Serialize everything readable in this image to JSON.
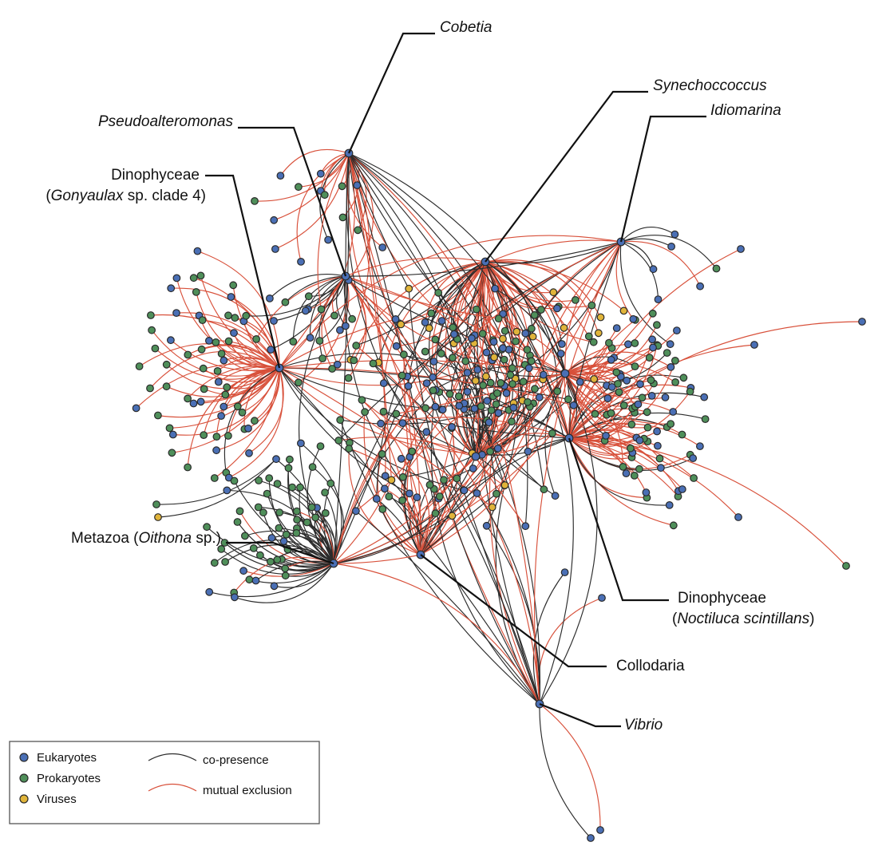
{
  "colors": {
    "eukaryote": "#4a6fb5",
    "prokaryote": "#4f8f5a",
    "virus": "#e0b43a",
    "co_presence": "#2b2b2b",
    "mutual_exclusion": "#d8503a"
  },
  "labels": [
    {
      "key": "cobetia",
      "text": "Cobetia",
      "italic": true
    },
    {
      "key": "synechococcus",
      "text": "Synechoccoccus",
      "italic": true
    },
    {
      "key": "idiomarina",
      "text": "Idiomarina",
      "italic": true
    },
    {
      "key": "pseudoalteromonas",
      "text": "Pseudoalteromonas",
      "italic": true
    },
    {
      "key": "gonyaulax_line1",
      "text": "Dinophyceae",
      "italic": false
    },
    {
      "key": "gonyaulax_line2_open",
      "text": "(",
      "italic": false
    },
    {
      "key": "gonyaulax_line2_genus",
      "text": "Gonyaulax",
      "italic": true
    },
    {
      "key": "gonyaulax_line2_rest",
      "text": " sp. clade 4)",
      "italic": false
    },
    {
      "key": "oithona_pre",
      "text": "Metazoa (",
      "italic": false
    },
    {
      "key": "oithona_genus",
      "text": "Oithona",
      "italic": true
    },
    {
      "key": "oithona_rest",
      "text": " sp.)",
      "italic": false
    },
    {
      "key": "noctiluca_line1",
      "text": "Dinophyceae",
      "italic": false
    },
    {
      "key": "noctiluca_open",
      "text": "(",
      "italic": false
    },
    {
      "key": "noctiluca_species",
      "text": "Noctiluca scintillans",
      "italic": true
    },
    {
      "key": "noctiluca_close",
      "text": ")",
      "italic": false
    },
    {
      "key": "collodaria",
      "text": "Collodaria",
      "italic": false
    },
    {
      "key": "vibrio",
      "text": "Vibrio",
      "italic": true
    }
  ],
  "legend": {
    "node_types": [
      {
        "label": "Eukaryotes",
        "type": "eukaryote"
      },
      {
        "label": "Prokaryotes",
        "type": "prokaryote"
      },
      {
        "label": "Viruses",
        "type": "virus"
      }
    ],
    "edge_types": [
      {
        "label": "co-presence",
        "type": "co_presence"
      },
      {
        "label": "mutual exclusion",
        "type": "mutual_exclusion"
      }
    ]
  }
}
